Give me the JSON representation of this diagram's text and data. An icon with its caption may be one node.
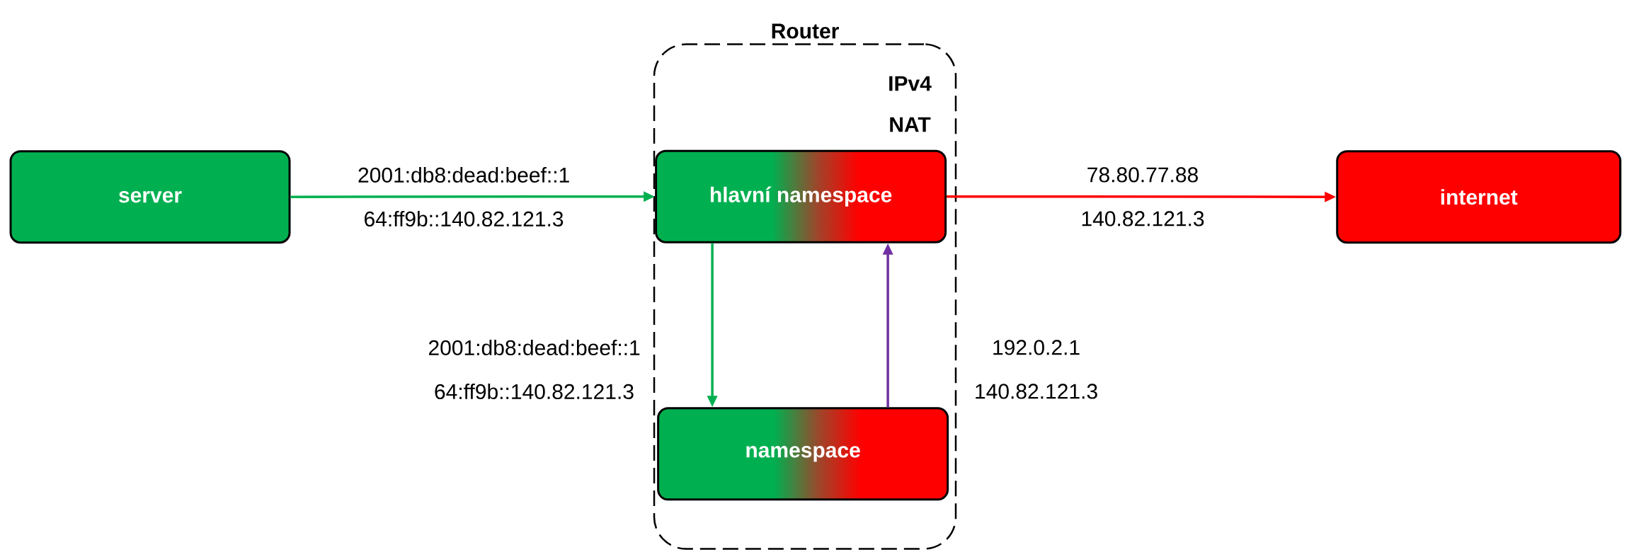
{
  "diagram": {
    "nodes": [
      {
        "text": [
          "Router",
          "IPv4 NAT"
        ]
      },
      {
        "text": [
          "server"
        ]
      },
      {
        "text": [
          "hlavní namespace"
        ],
        "in": 0
      },
      {
        "text": [
          "internet"
        ]
      },
      {
        "text": [
          "namespace"
        ],
        "in": 0
      }
    ],
    "edges": [
      {
        "from": 1,
        "to": 2,
        "arrow": "to",
        "label": "2001:db8:dead:beef::1 64:ff9b::140.82.121.3",
        "color": "#00b050"
      },
      {
        "from": 2,
        "to": 3,
        "arrow": "to",
        "label": "78.80.77.88 140.82.121.3",
        "color": "#ff0000"
      },
      {
        "from": 2,
        "to": 4,
        "arrow": "to",
        "label": "2001:db8:dead:beef::1 64:ff9b::140.82.121.3",
        "color": "#00b050"
      },
      {
        "from": 4,
        "to": 2,
        "arrow": "to",
        "label": "192.0.2.1 140.82.121.3",
        "color": "#7030a0"
      }
    ]
  }
}
